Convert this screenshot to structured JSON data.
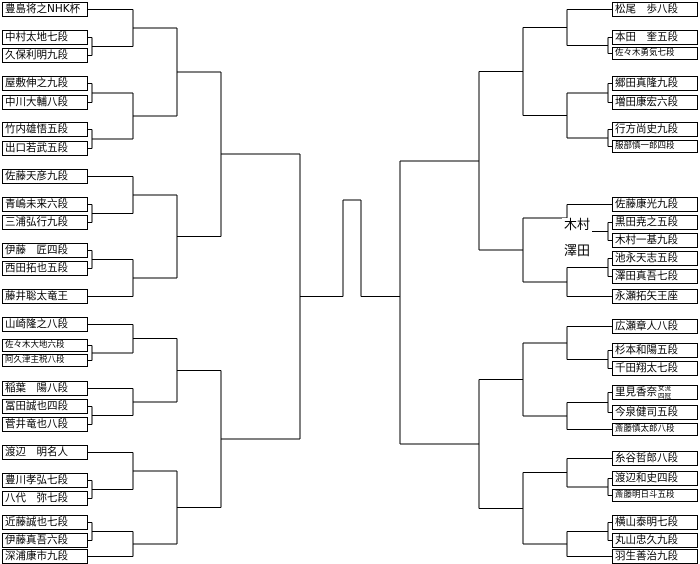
{
  "bracket": {
    "left_players": [
      {
        "name": "豊島将之NHK杯"
      },
      {
        "name": "中村太地七段"
      },
      {
        "name": "久保利明九段"
      },
      {
        "name": "屋敷伸之九段"
      },
      {
        "name": "中川大輔八段"
      },
      {
        "name": "竹内雄悟五段"
      },
      {
        "name": "出口若武五段"
      },
      {
        "name": "佐藤天彦九段"
      },
      {
        "name": "青嶋未来六段"
      },
      {
        "name": "三浦弘行九段"
      },
      {
        "name": "伊藤　匠四段"
      },
      {
        "name": "西田拓也五段"
      },
      {
        "name": "藤井聡太竜王"
      },
      {
        "name": "山崎隆之八段"
      },
      {
        "name": "佐々木大地六段",
        "small": true
      },
      {
        "name": "阿久津主税八段",
        "small": true
      },
      {
        "name": "稲葉　陽八段"
      },
      {
        "name": "冨田誠也四段"
      },
      {
        "name": "菅井竜也八段"
      },
      {
        "name": "渡辺　明名人"
      },
      {
        "name": "豊川孝弘七段"
      },
      {
        "name": "八代　弥七段"
      },
      {
        "name": "近藤誠也七段"
      },
      {
        "name": "伊藤真吾六段"
      },
      {
        "name": "深浦康市九段"
      }
    ],
    "right_players": [
      {
        "name": "松尾　歩八段"
      },
      {
        "name": "本田　奎五段"
      },
      {
        "name": "佐々木勇気七段",
        "small": true
      },
      {
        "name": "郷田真隆九段"
      },
      {
        "name": "増田康宏六段"
      },
      {
        "name": "行方尚史九段"
      },
      {
        "name": "服部慎一郎四段",
        "small": true
      },
      {
        "name": "佐藤康光九段"
      },
      {
        "name": "黒田尭之五段"
      },
      {
        "name": "木村一基九段"
      },
      {
        "name": "池永天志五段"
      },
      {
        "name": "澤田真吾七段"
      },
      {
        "name": "永瀬拓矢王座"
      },
      {
        "name": "広瀬章人八段"
      },
      {
        "name": "杉本和陽五段"
      },
      {
        "name": "千田翔太七段"
      },
      {
        "name": "里見香奈",
        "rank_lines": [
          "女流",
          "四冠"
        ]
      },
      {
        "name": "今泉健司五段"
      },
      {
        "name": "斎藤慎太郎八段",
        "small": true
      },
      {
        "name": "糸谷哲郎八段"
      },
      {
        "name": "渡辺和史四段"
      },
      {
        "name": "斎藤明日斗五段",
        "small": true
      },
      {
        "name": "横山泰明七段"
      },
      {
        "name": "丸山忠久九段"
      },
      {
        "name": "羽生善治九段"
      }
    ],
    "advancing_labels": [
      {
        "text": "木村"
      },
      {
        "text": "澤田"
      }
    ],
    "colors": {
      "line": "#000000",
      "background": "#ffffff",
      "text": "#000000"
    }
  }
}
